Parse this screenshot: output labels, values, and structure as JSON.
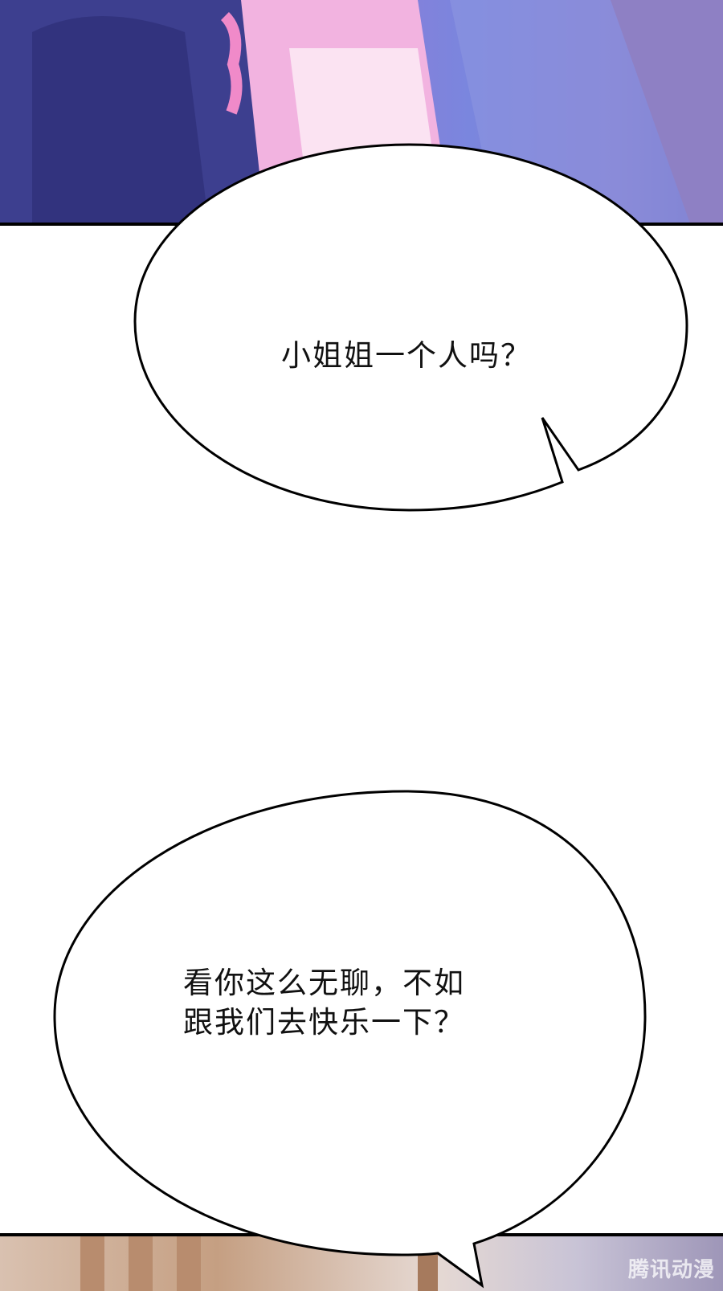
{
  "panels": {
    "top": {
      "description_color": "#5a5fc4"
    },
    "bottom": {
      "watermark": "腾讯动漫"
    }
  },
  "bubbles": [
    {
      "lines": [
        "小姐姐一个人吗？"
      ]
    },
    {
      "lines": [
        "看你这么无聊，不如",
        "跟我们去快乐一下？"
      ]
    }
  ],
  "colors": {
    "bubble_fill": "#ffffff",
    "bubble_stroke": "#000000",
    "text": "#111111"
  }
}
